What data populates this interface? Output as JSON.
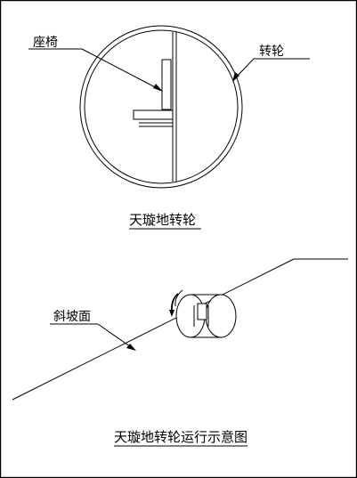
{
  "labels": {
    "seat": "座椅",
    "wheel": "转轮",
    "slope": "斜坡面"
  },
  "captions": {
    "top": "天璇地转轮",
    "bottom": "天璇地转轮运行示意图"
  }
}
